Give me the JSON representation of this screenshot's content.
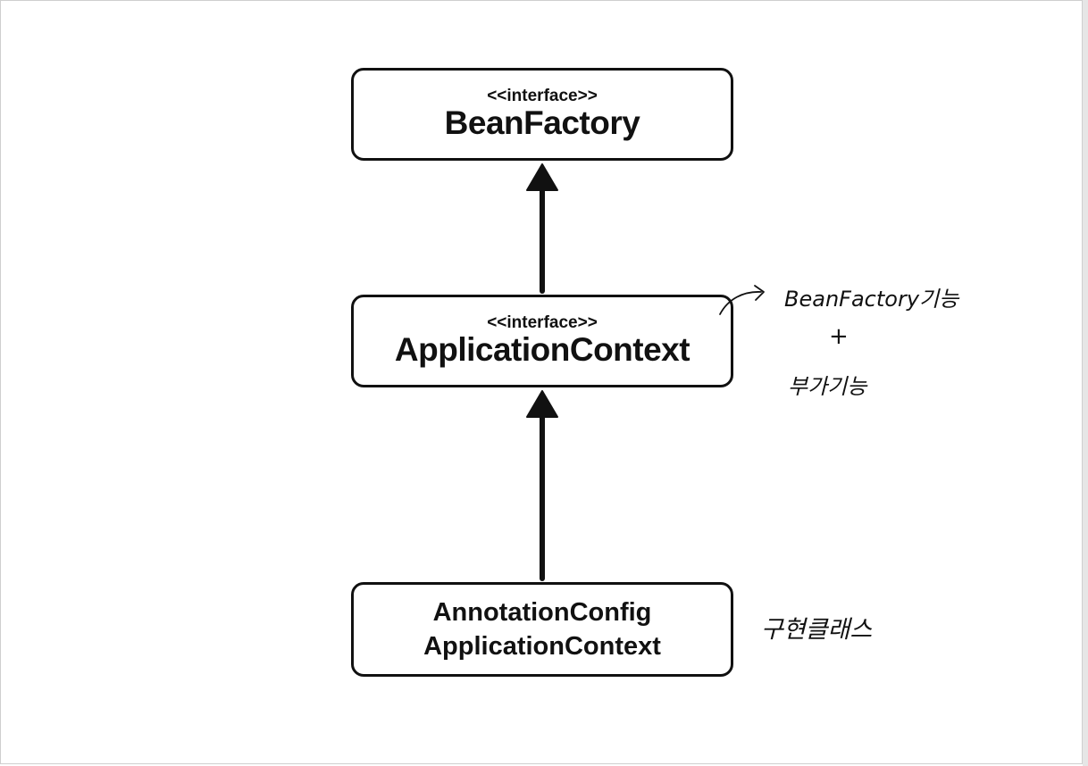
{
  "diagram": {
    "nodes": [
      {
        "stereotype": "<<interface>>",
        "name": "BeanFactory"
      },
      {
        "stereotype": "<<interface>>",
        "name": "ApplicationContext"
      },
      {
        "name_line1": "AnnotationConfig",
        "name_line2": "ApplicationContext"
      }
    ],
    "edges": [
      {
        "from": "ApplicationContext",
        "to": "BeanFactory",
        "type": "inheritance"
      },
      {
        "from": "AnnotationConfig ApplicationContext",
        "to": "ApplicationContext",
        "type": "implementation"
      }
    ],
    "annotations": {
      "appcontext_note_line1": "BeanFactory기능",
      "appcontext_note_line2": "+",
      "appcontext_note_line3": "부가기능",
      "annotation_note": "구현클래스"
    }
  }
}
